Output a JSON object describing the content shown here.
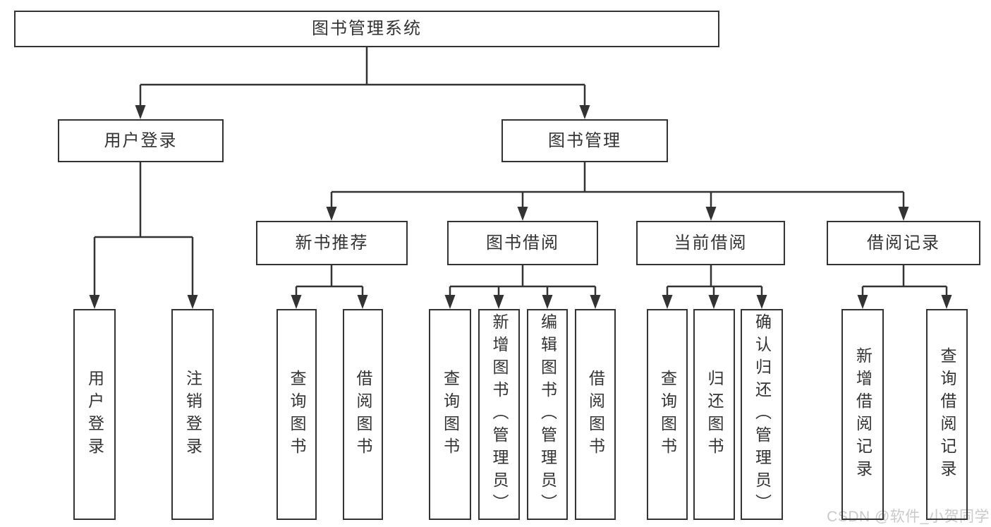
{
  "diagram": {
    "root": {
      "label": "图书管理系统"
    },
    "level2": [
      {
        "id": "user-login",
        "label": "用户登录"
      },
      {
        "id": "book-management",
        "label": "图书管理"
      }
    ],
    "level3": [
      {
        "id": "new-book-recommend",
        "label": "新书推荐"
      },
      {
        "id": "book-borrow",
        "label": "图书借阅"
      },
      {
        "id": "current-borrow",
        "label": "当前借阅"
      },
      {
        "id": "borrow-record",
        "label": "借阅记录"
      }
    ],
    "leaves": [
      {
        "id": "leaf-user-login",
        "label": "用户登录"
      },
      {
        "id": "leaf-logout",
        "label": "注销登录"
      },
      {
        "id": "leaf-query-books-recommend",
        "label": "查询图书"
      },
      {
        "id": "leaf-borrow-books-recommend",
        "label": "借阅图书"
      },
      {
        "id": "leaf-query-books-borrow",
        "label": "查询图书"
      },
      {
        "id": "leaf-add-books-admin",
        "label": "新增图书（管理员）"
      },
      {
        "id": "leaf-edit-books-admin",
        "label": "编辑图书（管理员）"
      },
      {
        "id": "leaf-borrow-books-borrow",
        "label": "借阅图书"
      },
      {
        "id": "leaf-query-books-current",
        "label": "查询图书"
      },
      {
        "id": "leaf-return-books",
        "label": "归还图书"
      },
      {
        "id": "leaf-confirm-return-admin",
        "label": "确认归还（管理员）"
      },
      {
        "id": "leaf-add-borrow-record",
        "label": "新增借阅记录"
      },
      {
        "id": "leaf-query-borrow-record",
        "label": "查询借阅记录"
      }
    ],
    "watermark": "CSDN @软件_小贺同学",
    "colors": {
      "line": "#333333",
      "box_border": "#333333",
      "text": "#333333",
      "watermark": "#c9c9c9",
      "background": "#ffffff"
    }
  }
}
